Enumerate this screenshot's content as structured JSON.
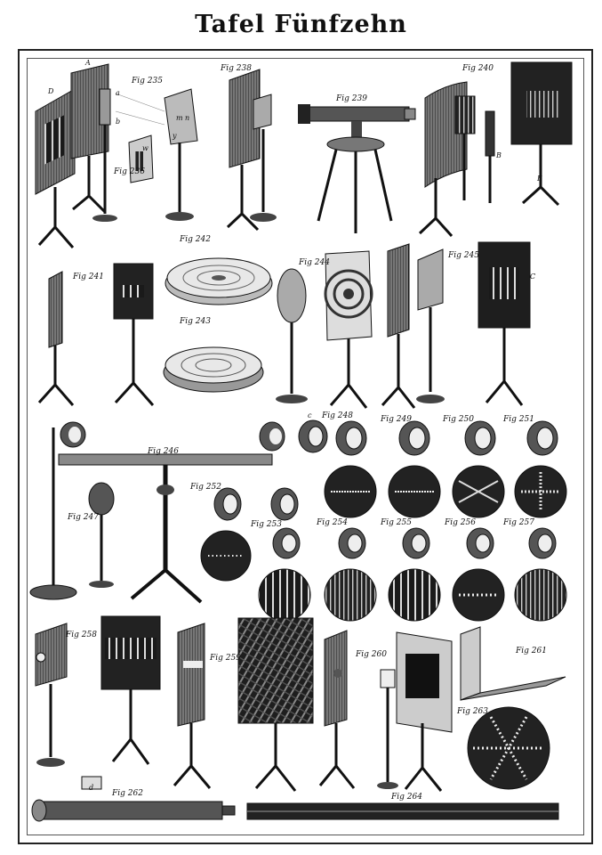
{
  "page": {
    "title": "Tafel Fünfzehn"
  },
  "figures": [
    {
      "id": "fig235",
      "label": "Fig 235"
    },
    {
      "id": "fig236",
      "label": "Fig 236"
    },
    {
      "id": "fig238",
      "label": "Fig 238"
    },
    {
      "id": "fig239",
      "label": "Fig 239"
    },
    {
      "id": "fig240",
      "label": "Fig 240"
    },
    {
      "id": "fig241",
      "label": "Fig 241"
    },
    {
      "id": "fig242",
      "label": "Fig 242"
    },
    {
      "id": "fig243",
      "label": "Fig 243"
    },
    {
      "id": "fig244",
      "label": "Fig 244"
    },
    {
      "id": "fig245",
      "label": "Fig 245"
    },
    {
      "id": "fig246",
      "label": "Fig 246"
    },
    {
      "id": "fig247",
      "label": "Fig 247"
    },
    {
      "id": "fig248",
      "label": "Fig 248"
    },
    {
      "id": "fig249",
      "label": "Fig 249"
    },
    {
      "id": "fig250",
      "label": "Fig 250"
    },
    {
      "id": "fig251",
      "label": "Fig 251"
    },
    {
      "id": "fig252",
      "label": "Fig 252"
    },
    {
      "id": "fig253",
      "label": "Fig 253"
    },
    {
      "id": "fig254",
      "label": "Fig 254"
    },
    {
      "id": "fig255",
      "label": "Fig 255"
    },
    {
      "id": "fig256",
      "label": "Fig 256"
    },
    {
      "id": "fig257",
      "label": "Fig 257"
    },
    {
      "id": "fig258",
      "label": "Fig 258"
    },
    {
      "id": "fig259",
      "label": "Fig 259"
    },
    {
      "id": "fig260",
      "label": "Fig 260"
    },
    {
      "id": "fig261",
      "label": "Fig 261"
    },
    {
      "id": "fig262",
      "label": "Fig 262"
    },
    {
      "id": "fig263",
      "label": "Fig 263"
    },
    {
      "id": "fig264",
      "label": "Fig 264"
    }
  ],
  "letters": {
    "A": "A",
    "B": "B",
    "C": "C",
    "D": "D",
    "E": "E",
    "a": "a",
    "b": "b",
    "c": "c",
    "d": "d",
    "m": "m",
    "n": "n",
    "w": "w",
    "y": "y"
  }
}
